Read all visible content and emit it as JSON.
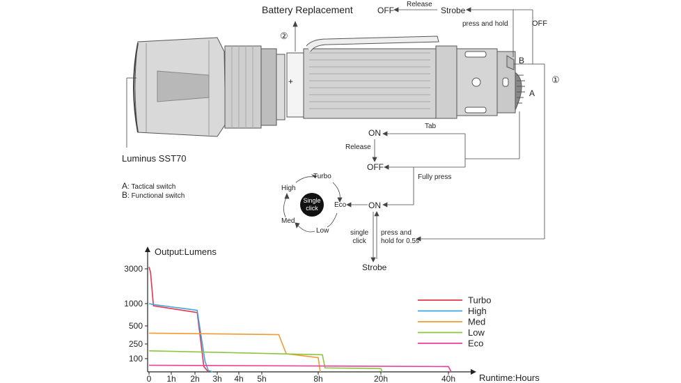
{
  "diagram": {
    "battery_label": "Battery Replacement",
    "battery_marker": "②",
    "plus_sign": "+",
    "strobe_top": "Strobe",
    "off_top": "OFF",
    "release_top": "Release",
    "press_hold": "press and hold",
    "off_right": "OFF",
    "label_b": "B",
    "label_a": "A",
    "marker_1": "①",
    "emitter_label": "Luminus SST70",
    "legend_a_key": "A",
    "legend_a_text": ": Tactical switch",
    "legend_b_key": "B",
    "legend_b_text": ": Functional switch",
    "on1": "ON",
    "tab": "Tab",
    "release_mid": "Release",
    "off_mid": "OFF",
    "fully_press": "Fully press",
    "on2": "ON",
    "single_click_side": [
      "single",
      "click"
    ],
    "press_hold_05": [
      "press and",
      "hold for 0.5s"
    ],
    "strobe_bottom": "Strobe",
    "cycle": {
      "center": [
        "Single",
        "click"
      ],
      "modes": [
        "Turbo",
        "Eco",
        "Low",
        "Med",
        "High"
      ]
    }
  },
  "chart_data": {
    "type": "line",
    "ylabel": "Output:Lumens",
    "xlabel": "Runtime:Hours",
    "x_ticks": [
      "0",
      "1h",
      "2h",
      "3h",
      "4h",
      "5h",
      "8h",
      "20h",
      "40h"
    ],
    "x_tick_hours": [
      0,
      1,
      2,
      3,
      4,
      5,
      8,
      20,
      40
    ],
    "y_ticks": [
      "3000",
      "1000",
      "500",
      "250",
      "100"
    ],
    "y_tick_values": [
      3000,
      1000,
      500,
      250,
      100
    ],
    "legend_position": "right",
    "grid": false,
    "series": [
      {
        "name": "Turbo",
        "color": "#e8334a",
        "points": [
          [
            0,
            3100
          ],
          [
            0.07,
            2800
          ],
          [
            0.2,
            950
          ],
          [
            2.1,
            800
          ],
          [
            2.4,
            40
          ],
          [
            2.6,
            0
          ]
        ]
      },
      {
        "name": "High",
        "color": "#3aa6e0",
        "points": [
          [
            0,
            1000
          ],
          [
            0.2,
            980
          ],
          [
            2.1,
            850
          ],
          [
            2.45,
            80
          ],
          [
            2.6,
            10
          ],
          [
            2.8,
            0
          ]
        ]
      },
      {
        "name": "Med",
        "color": "#f29a30",
        "points": [
          [
            0,
            400
          ],
          [
            5.9,
            380
          ],
          [
            6.3,
            150
          ],
          [
            8,
            110
          ],
          [
            8.4,
            0
          ]
        ]
      },
      {
        "name": "Low",
        "color": "#8cc63f",
        "points": [
          [
            0,
            180
          ],
          [
            8.8,
            140
          ],
          [
            9.3,
            30
          ],
          [
            20,
            25
          ],
          [
            20.4,
            0
          ]
        ]
      },
      {
        "name": "Eco",
        "color": "#ee3a96",
        "points": [
          [
            0,
            50
          ],
          [
            40,
            40
          ],
          [
            40.5,
            0
          ]
        ]
      }
    ]
  }
}
